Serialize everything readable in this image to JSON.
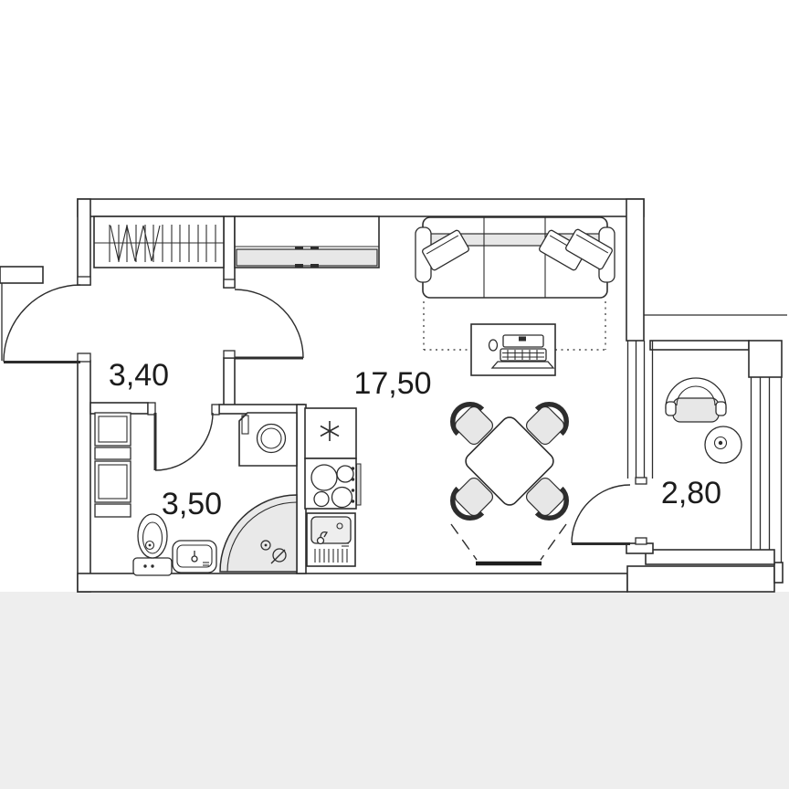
{
  "rooms": [
    {
      "name": "hallway",
      "area": "3,40"
    },
    {
      "name": "bathroom",
      "area": "3,50"
    },
    {
      "name": "living-kitchen",
      "area": "17,50"
    },
    {
      "name": "balcony",
      "area": "2,80"
    }
  ],
  "fixtures": [
    "wardrobe-icon",
    "closet-icon",
    "sofa-icon",
    "pillow-icon",
    "desk-icon",
    "laptop-icon",
    "mouse-icon",
    "dining-table-icon",
    "chair-icon",
    "window-icon",
    "fridge-icon",
    "stove-icon",
    "kitchen-sink-icon",
    "cabinet-icon",
    "washing-machine-icon",
    "toilet-icon",
    "bathroom-sink-icon",
    "shower-icon",
    "armchair-icon",
    "coffee-table-icon",
    "door-swing-icon"
  ],
  "colors": {
    "line": "#2d2d2d",
    "light_fill": "#e7e7e7",
    "bottom_band": "#eeeeee",
    "paper": "#ffffff"
  }
}
